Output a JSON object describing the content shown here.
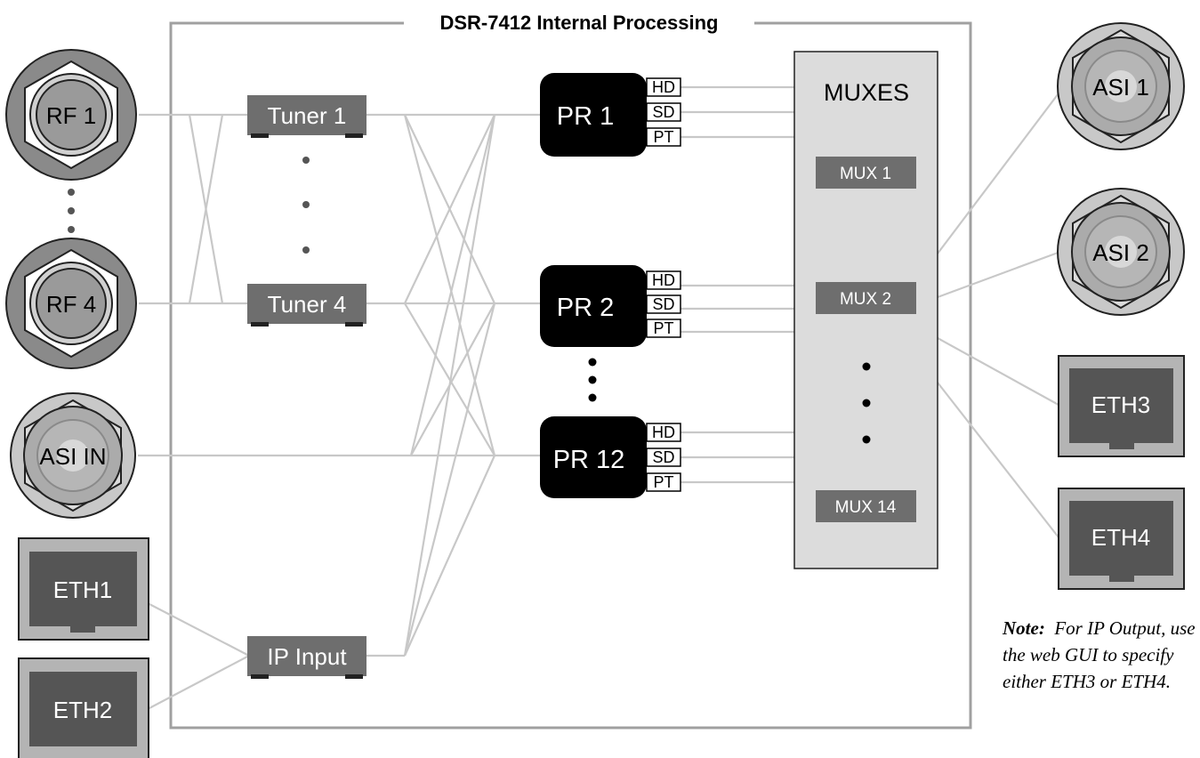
{
  "frame": {
    "title": "DSR-7412 Internal Processing"
  },
  "inputs": {
    "rf": [
      {
        "label": "RF 1"
      },
      {
        "label": "RF 4"
      }
    ],
    "asi_in": {
      "label": "ASI IN"
    },
    "eth": [
      {
        "label": "ETH1"
      },
      {
        "label": "ETH2"
      }
    ]
  },
  "tuners": [
    {
      "label": "Tuner 1"
    },
    {
      "label": "Tuner 4"
    }
  ],
  "ip_input": {
    "label": "IP Input"
  },
  "processors": [
    {
      "label": "PR 1",
      "ports": [
        "HD",
        "SD",
        "PT"
      ]
    },
    {
      "label": "PR 2",
      "ports": [
        "HD",
        "SD",
        "PT"
      ]
    },
    {
      "label": "PR 12",
      "ports": [
        "HD",
        "SD",
        "PT"
      ]
    }
  ],
  "muxes": {
    "title": "MUXES",
    "items": [
      {
        "label": "MUX 1"
      },
      {
        "label": "MUX 2"
      },
      {
        "label": "MUX 14"
      }
    ]
  },
  "outputs": {
    "asi": [
      {
        "label": "ASI 1"
      },
      {
        "label": "ASI 2"
      }
    ],
    "eth": [
      {
        "label": "ETH3"
      },
      {
        "label": "ETH4"
      }
    ]
  },
  "note": {
    "lead": "Note:",
    "text": "For IP Output, use the web GUI to specify either ETH3 or ETH4."
  },
  "colors": {
    "wire": "#c8c8c8",
    "frame": "#a0a0a0",
    "block": "#6e6e6e",
    "processor": "#000000",
    "mux_panel": "#dcdcdc",
    "connector_dark": "#8a8a8a",
    "connector_light": "#c8c8c8"
  }
}
